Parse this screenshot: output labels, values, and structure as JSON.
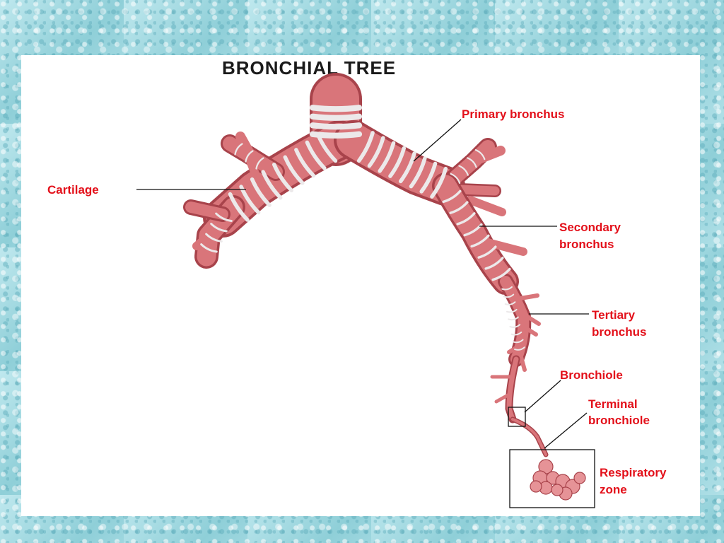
{
  "title": "BRONCHIAL TREE",
  "labels": {
    "primary_bronchus": "Primary bronchus",
    "cartilage": "Cartilage",
    "secondary_bronchus": [
      "Secondary",
      "bronchus"
    ],
    "tertiary_bronchus": [
      "Tertiary",
      "bronchus"
    ],
    "bronchiole": "Bronchiole",
    "terminal_bronchiole": [
      "Terminal",
      "bronchiole"
    ],
    "respiratory_zone": [
      "Respiratory",
      "zone"
    ]
  },
  "colors": {
    "label": "#e3101a",
    "airway": "#d9757a",
    "airway_dark": "#a8434b",
    "cartilage_ring": "#ece9ea",
    "background": "#9fd8df"
  }
}
